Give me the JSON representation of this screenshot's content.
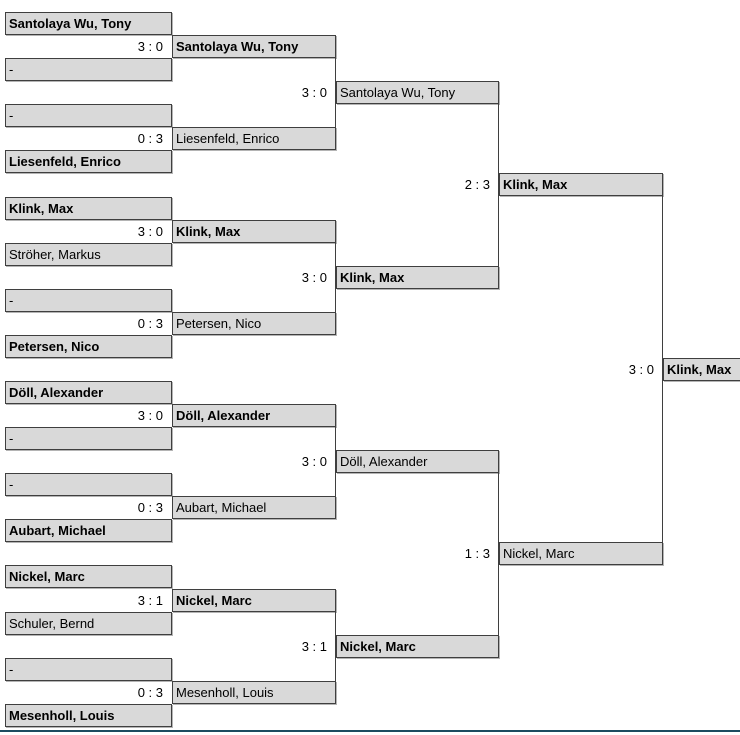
{
  "colors": {
    "box_fill": "#d9d9d9",
    "box_border": "#3f3f3f",
    "footer_rule": "#1c4c60",
    "text": "#000000"
  },
  "bracket": {
    "rounds": [
      {
        "slots": [
          {
            "name": "Santolaya Wu, Tony",
            "winner": true
          },
          {
            "name": "-",
            "winner": false
          },
          {
            "name": "-",
            "winner": false
          },
          {
            "name": "Liesenfeld, Enrico",
            "winner": true
          },
          {
            "name": "Klink, Max",
            "winner": true
          },
          {
            "name": "Ströher, Markus",
            "winner": false
          },
          {
            "name": "-",
            "winner": false
          },
          {
            "name": "Petersen, Nico",
            "winner": true
          },
          {
            "name": "Döll, Alexander",
            "winner": true
          },
          {
            "name": "-",
            "winner": false
          },
          {
            "name": "-",
            "winner": false
          },
          {
            "name": "Aubart, Michael",
            "winner": true
          },
          {
            "name": "Nickel, Marc",
            "winner": true
          },
          {
            "name": "Schuler, Bernd",
            "winner": false
          },
          {
            "name": "-",
            "winner": false
          },
          {
            "name": "Mesenholl, Louis",
            "winner": true
          }
        ]
      },
      {
        "slots": [
          {
            "name": "Santolaya Wu, Tony",
            "score": "3 : 0",
            "winner": true
          },
          {
            "name": "Liesenfeld, Enrico",
            "score": "0 : 3",
            "winner": false
          },
          {
            "name": "Klink, Max",
            "score": "3 : 0",
            "winner": true
          },
          {
            "name": "Petersen, Nico",
            "score": "0 : 3",
            "winner": false
          },
          {
            "name": "Döll, Alexander",
            "score": "3 : 0",
            "winner": true
          },
          {
            "name": "Aubart, Michael",
            "score": "0 : 3",
            "winner": false
          },
          {
            "name": "Nickel, Marc",
            "score": "3 : 1",
            "winner": true
          },
          {
            "name": "Mesenholl, Louis",
            "score": "0 : 3",
            "winner": false
          }
        ]
      },
      {
        "slots": [
          {
            "name": "Santolaya Wu, Tony",
            "score": "3 : 0",
            "winner": false
          },
          {
            "name": "Klink, Max",
            "score": "3 : 0",
            "winner": true
          },
          {
            "name": "Döll, Alexander",
            "score": "3 : 0",
            "winner": false
          },
          {
            "name": "Nickel, Marc",
            "score": "3 : 1",
            "winner": true
          }
        ]
      },
      {
        "slots": [
          {
            "name": "Klink, Max",
            "score": "2 : 3",
            "winner": true
          },
          {
            "name": "Nickel, Marc",
            "score": "1 : 3",
            "winner": false
          }
        ]
      },
      {
        "slots": [
          {
            "name": "Klink, Max",
            "score": "3 : 0",
            "winner": true
          }
        ]
      }
    ]
  }
}
